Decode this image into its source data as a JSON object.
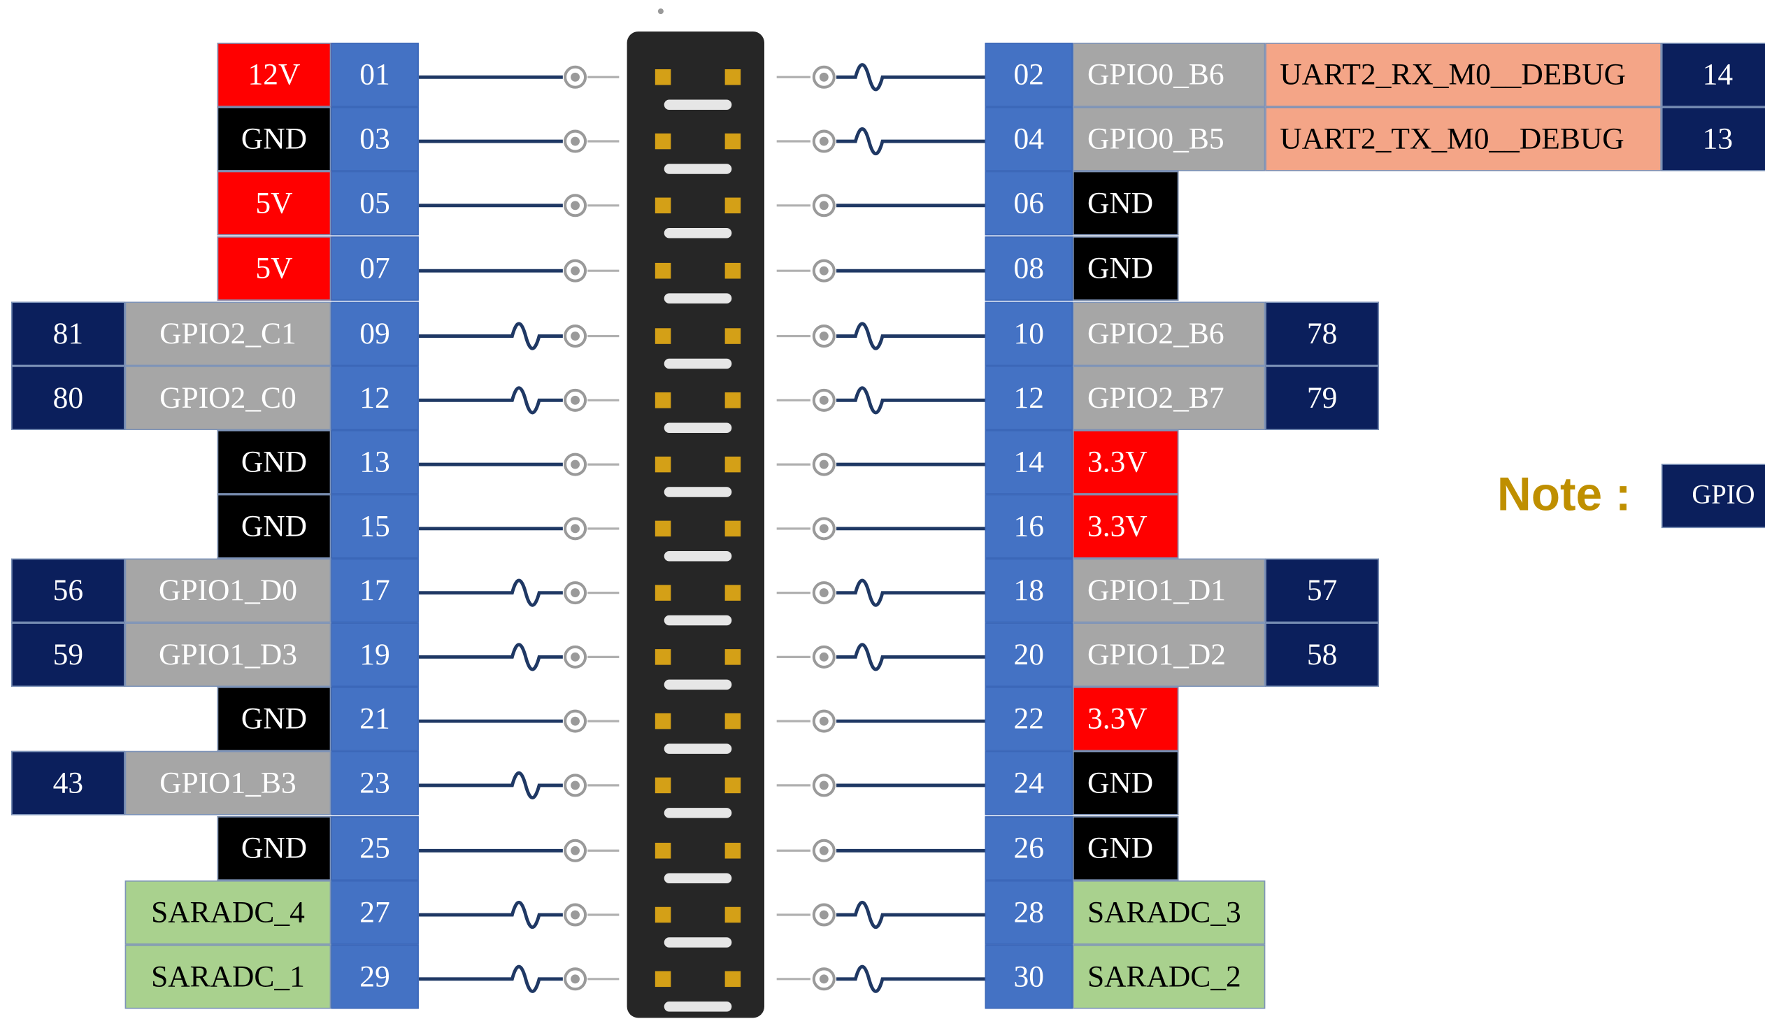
{
  "colors": {
    "pin": "#4472c4",
    "pin_border": "#2f5fb3",
    "power12": "#ff0000",
    "power5": "#ff0000",
    "power33": "#ff0000",
    "gnd": "#000000",
    "gpio": "#a6a6a6",
    "gpio_num": "#0b1f5c",
    "uart": "#f4a587",
    "uart_text": "#000000",
    "adc": "#a9d18e",
    "adc_text": "#000000",
    "note": "#bf8f00",
    "line": "#1f3864",
    "header_body": "#262626",
    "header_pad": "#d4a017"
  },
  "left_rows": [
    {
      "pin": "01",
      "name": "12V",
      "kind": "power12",
      "gpio_num": "",
      "wavy": false
    },
    {
      "pin": "03",
      "name": "GND",
      "kind": "gnd",
      "gpio_num": "",
      "wavy": false
    },
    {
      "pin": "05",
      "name": "5V",
      "kind": "power5",
      "gpio_num": "",
      "wavy": false
    },
    {
      "pin": "07",
      "name": "5V",
      "kind": "power5",
      "gpio_num": "",
      "wavy": false
    },
    {
      "pin": "09",
      "name": "GPIO2_C1",
      "kind": "gpio",
      "gpio_num": "81",
      "wavy": true
    },
    {
      "pin": "12",
      "name": "GPIO2_C0",
      "kind": "gpio",
      "gpio_num": "80",
      "wavy": true
    },
    {
      "pin": "13",
      "name": "GND",
      "kind": "gnd",
      "gpio_num": "",
      "wavy": false
    },
    {
      "pin": "15",
      "name": "GND",
      "kind": "gnd",
      "gpio_num": "",
      "wavy": false
    },
    {
      "pin": "17",
      "name": "GPIO1_D0",
      "kind": "gpio",
      "gpio_num": "56",
      "wavy": true
    },
    {
      "pin": "19",
      "name": "GPIO1_D3",
      "kind": "gpio",
      "gpio_num": "59",
      "wavy": true
    },
    {
      "pin": "21",
      "name": "GND",
      "kind": "gnd",
      "gpio_num": "",
      "wavy": false
    },
    {
      "pin": "23",
      "name": "GPIO1_B3",
      "kind": "gpio",
      "gpio_num": "43",
      "wavy": true
    },
    {
      "pin": "25",
      "name": "GND",
      "kind": "gnd",
      "gpio_num": "",
      "wavy": false
    },
    {
      "pin": "27",
      "name": "SARADC_4",
      "kind": "adc",
      "gpio_num": "",
      "wavy": true
    },
    {
      "pin": "29",
      "name": "SARADC_1",
      "kind": "adc",
      "gpio_num": "",
      "wavy": true
    }
  ],
  "right_rows": [
    {
      "pin": "02",
      "name": "GPIO0_B6",
      "kind": "gpio",
      "func": "UART2_RX_M0__DEBUG",
      "gpio_num": "14",
      "wavy": true
    },
    {
      "pin": "04",
      "name": "GPIO0_B5",
      "kind": "gpio",
      "func": "UART2_TX_M0__DEBUG",
      "gpio_num": "13",
      "wavy": true
    },
    {
      "pin": "06",
      "name": "GND",
      "kind": "gnd",
      "func": "",
      "gpio_num": "",
      "wavy": false
    },
    {
      "pin": "08",
      "name": "GND",
      "kind": "gnd",
      "func": "",
      "gpio_num": "",
      "wavy": false
    },
    {
      "pin": "10",
      "name": "GPIO2_B6",
      "kind": "gpio",
      "func": "",
      "gpio_num": "78",
      "wavy": true
    },
    {
      "pin": "12",
      "name": "GPIO2_B7",
      "kind": "gpio",
      "func": "",
      "gpio_num": "79",
      "wavy": true
    },
    {
      "pin": "14",
      "name": "3.3V",
      "kind": "power33",
      "func": "",
      "gpio_num": "",
      "wavy": false
    },
    {
      "pin": "16",
      "name": "3.3V",
      "kind": "power33",
      "func": "",
      "gpio_num": "",
      "wavy": false
    },
    {
      "pin": "18",
      "name": "GPIO1_D1",
      "kind": "gpio",
      "func": "",
      "gpio_num": "57",
      "wavy": true
    },
    {
      "pin": "20",
      "name": "GPIO1_D2",
      "kind": "gpio",
      "func": "",
      "gpio_num": "58",
      "wavy": true
    },
    {
      "pin": "22",
      "name": "3.3V",
      "kind": "power33",
      "func": "",
      "gpio_num": "",
      "wavy": false
    },
    {
      "pin": "24",
      "name": "GND",
      "kind": "gnd",
      "func": "",
      "gpio_num": "",
      "wavy": false
    },
    {
      "pin": "26",
      "name": "GND",
      "kind": "gnd",
      "func": "",
      "gpio_num": "",
      "wavy": false
    },
    {
      "pin": "28",
      "name": "SARADC_3",
      "kind": "adc",
      "func": "",
      "gpio_num": "",
      "wavy": true
    },
    {
      "pin": "30",
      "name": "SARADC_2",
      "kind": "adc",
      "func": "",
      "gpio_num": "",
      "wavy": true
    }
  ],
  "note": {
    "label": "Note :",
    "box_text": "GPIO"
  }
}
